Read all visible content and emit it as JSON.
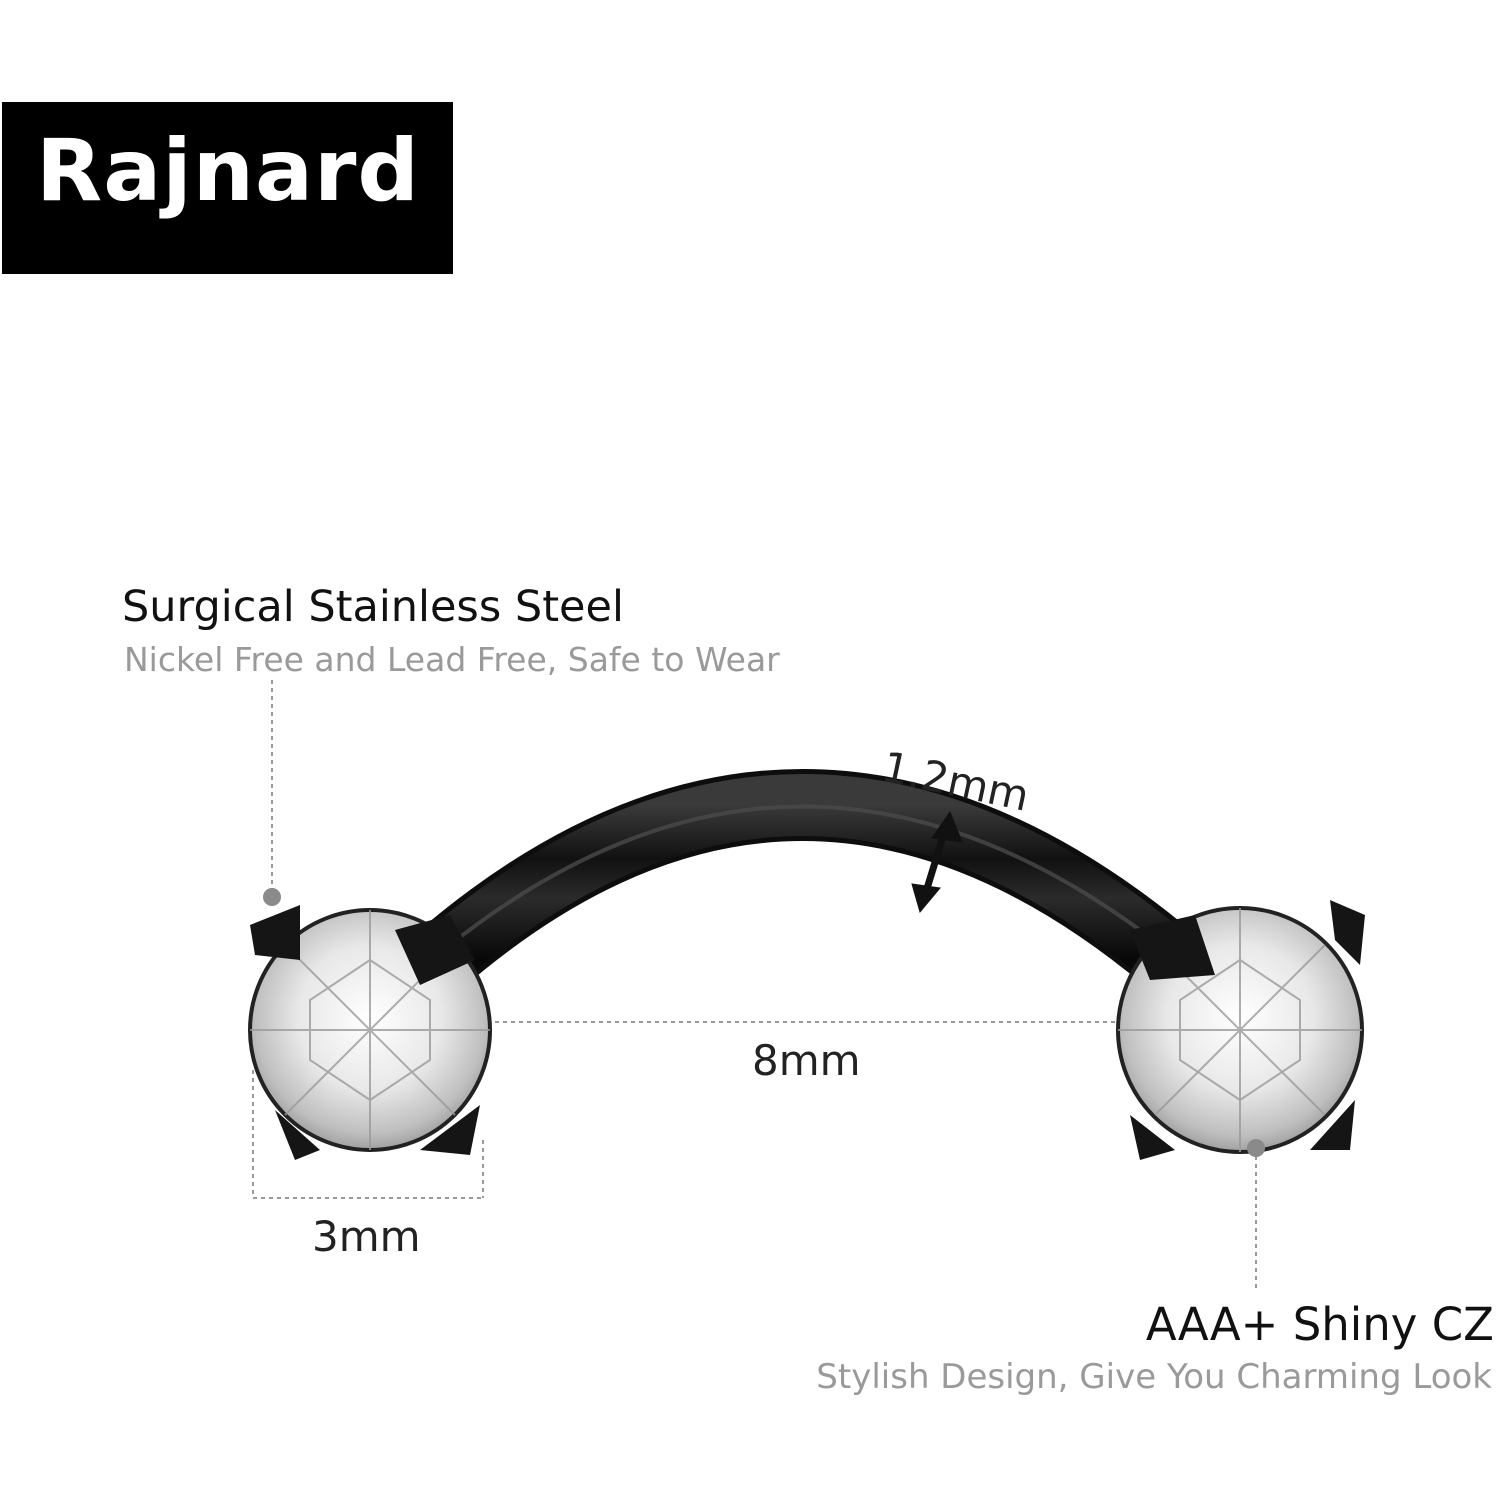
{
  "brand": {
    "name": "Rajnard"
  },
  "callouts": {
    "material": {
      "title": "Surgical Stainless Steel",
      "subtitle": "Nickel Free and Lead Free, Safe to Wear"
    },
    "stone": {
      "title": "AAA+ Shiny CZ",
      "subtitle": "Stylish Design,  Give You Charming Look"
    }
  },
  "dimensions": {
    "gauge": "1.2mm",
    "length": "8mm",
    "gem_size": "3mm"
  },
  "colors": {
    "bar": "#1a1a1a",
    "leader": "#9a9a9a",
    "brand_bg": "#000000",
    "brand_text": "#ffffff"
  }
}
